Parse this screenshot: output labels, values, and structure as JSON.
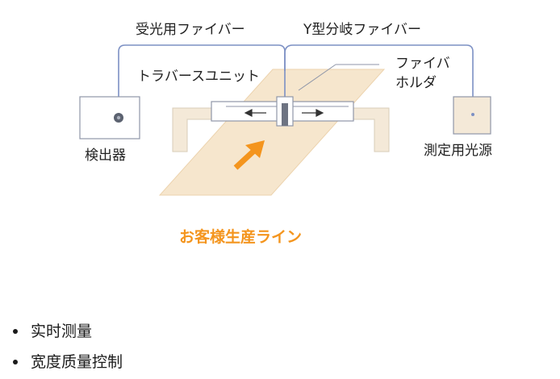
{
  "diagram": {
    "labels": {
      "receiving_fiber": "受光用ファイバー",
      "y_branch_fiber": "Y型分岐ファイバー",
      "traverse_unit": "トラバースユニット",
      "fiber_holder_line1": "ファイバ",
      "fiber_holder_line2": "ホルダ",
      "detector": "検出器",
      "light_source": "測定用光源",
      "customer_line": "お客様生産ライン"
    },
    "colors": {
      "fiber_line": "#7c90c4",
      "box_border": "#8f96a8",
      "sheet_fill": "#f6e6cd",
      "frame_fill": "#f4e9d8",
      "orange_accent": "#f4951e",
      "detector_lens": "#5c6270"
    },
    "icons": {
      "flow_arrow": "orange-diagonal-arrow",
      "traverse_arrows": "left-right-arrows",
      "detector_port": "lens-dot"
    }
  },
  "bullets": [
    "实时测量",
    "宽度质量控制"
  ]
}
